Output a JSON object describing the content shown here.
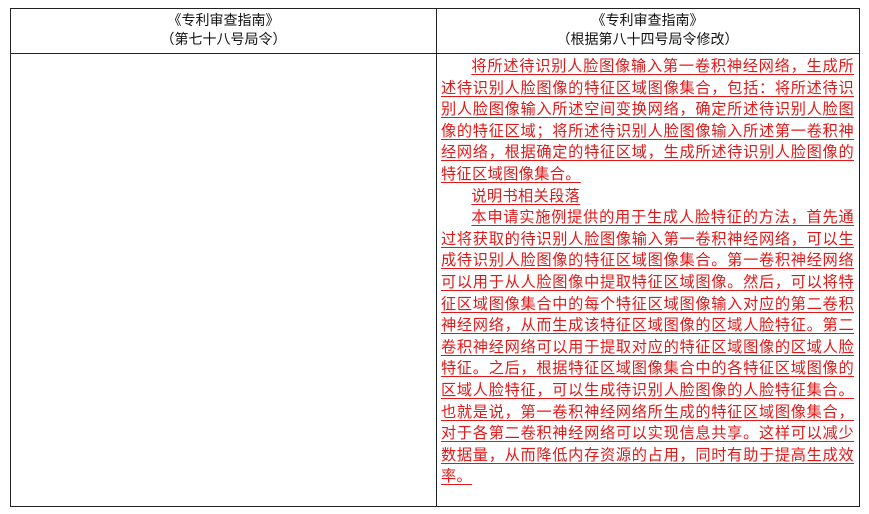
{
  "table": {
    "header": {
      "left": {
        "title": "《专利审查指南》",
        "subtitle": "（第七十八号局令）"
      },
      "right": {
        "title": "《专利审查指南》",
        "subtitle": "（根据第八十四号局令修改）"
      }
    },
    "body": {
      "left": {
        "text": ""
      },
      "right": {
        "paragraphs": [
          "将所述待识别人脸图像输入第一卷积神经网络，生成所述待识别人脸图像的特征区域图像集合，包括：将所述待识别人脸图像输入所述空间变换网络，确定所述待识别人脸图像的特征区域；将所述待识别人脸图像输入所述第一卷积神经网络，根据确定的特征区域，生成所述待识别人脸图像的特征区域图像集合。",
          "说明书相关段落",
          "本申请实施例提供的用于生成人脸特征的方法，首先通过将获取的待识别人脸图像输入第一卷积神经网络，可以生成待识别人脸图像的特征区域图像集合。第一卷积神经网络可以用于从人脸图像中提取特征区域图像。然后，可以将特征区域图像集合中的每个特征区域图像输入对应的第二卷积神经网络，从而生成该特征区域图像的区域人脸特征。第二卷积神经网络可以用于提取对应的特征区域图像的区域人脸特征。之后，根据特征区域图像集合中的各特征区域图像的区域人脸特征，可以生成待识别人脸图像的人脸特征集合。也就是说，第一卷积神经网络所生成的特征区域图像集合，对于各第二卷积神经网络可以实现信息共享。这样可以减少数据量，从而降低内存资源的占用，同时有助于提高生成效率。"
        ],
        "text_color": "#e01818",
        "style": "underlined-insertion"
      }
    }
  }
}
